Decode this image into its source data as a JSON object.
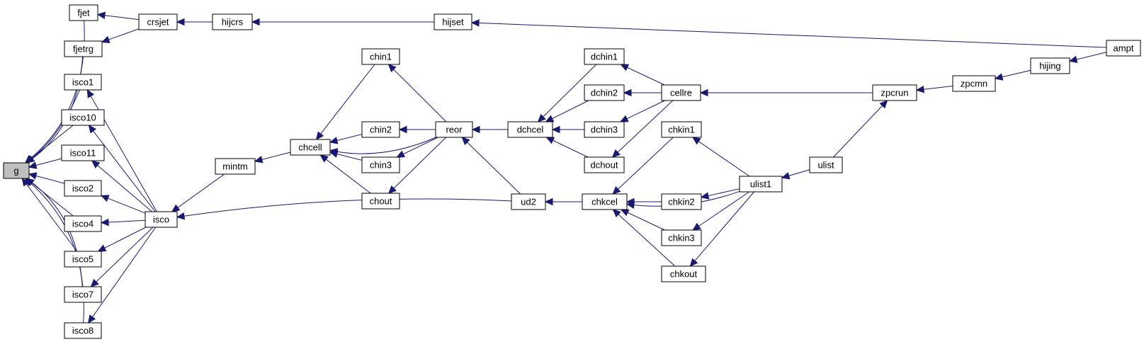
{
  "graph": {
    "edge_color": "#191970",
    "root_fill": "#bfbfbf",
    "root": "g",
    "nodes": [
      {
        "id": "g",
        "label": "g"
      },
      {
        "id": "fjet",
        "label": "fjet"
      },
      {
        "id": "fjetrg",
        "label": "fjetrg"
      },
      {
        "id": "isco1",
        "label": "isco1"
      },
      {
        "id": "isco10",
        "label": "isco10"
      },
      {
        "id": "isco11",
        "label": "isco11"
      },
      {
        "id": "isco2",
        "label": "isco2"
      },
      {
        "id": "isco4",
        "label": "isco4"
      },
      {
        "id": "isco5",
        "label": "isco5"
      },
      {
        "id": "isco7",
        "label": "isco7"
      },
      {
        "id": "isco8",
        "label": "isco8"
      },
      {
        "id": "crsjet",
        "label": "crsjet"
      },
      {
        "id": "hijcrs",
        "label": "hijcrs"
      },
      {
        "id": "hijset",
        "label": "hijset"
      },
      {
        "id": "ampt",
        "label": "ampt"
      },
      {
        "id": "isco",
        "label": "isco"
      },
      {
        "id": "mintm",
        "label": "mintm"
      },
      {
        "id": "chcell",
        "label": "chcell"
      },
      {
        "id": "chin1",
        "label": "chin1"
      },
      {
        "id": "chin2",
        "label": "chin2"
      },
      {
        "id": "chin3",
        "label": "chin3"
      },
      {
        "id": "chout",
        "label": "chout"
      },
      {
        "id": "reor",
        "label": "reor"
      },
      {
        "id": "dchcel",
        "label": "dchcel"
      },
      {
        "id": "ud2",
        "label": "ud2"
      },
      {
        "id": "dchin1",
        "label": "dchin1"
      },
      {
        "id": "dchin2",
        "label": "dchin2"
      },
      {
        "id": "dchin3",
        "label": "dchin3"
      },
      {
        "id": "dchout",
        "label": "dchout"
      },
      {
        "id": "cellre",
        "label": "cellre"
      },
      {
        "id": "chkcel",
        "label": "chkcel"
      },
      {
        "id": "chkin1",
        "label": "chkin1"
      },
      {
        "id": "chkin2",
        "label": "chkin2"
      },
      {
        "id": "chkin3",
        "label": "chkin3"
      },
      {
        "id": "chkout",
        "label": "chkout"
      },
      {
        "id": "ulist1",
        "label": "ulist1"
      },
      {
        "id": "ulist",
        "label": "ulist"
      },
      {
        "id": "zpcrun",
        "label": "zpcrun"
      },
      {
        "id": "zpcmn",
        "label": "zpcmn"
      },
      {
        "id": "hijing",
        "label": "hijing"
      }
    ],
    "edges": [
      {
        "from": "fjet",
        "to": "g"
      },
      {
        "from": "fjetrg",
        "to": "g"
      },
      {
        "from": "isco1",
        "to": "g"
      },
      {
        "from": "isco10",
        "to": "g"
      },
      {
        "from": "isco11",
        "to": "g"
      },
      {
        "from": "isco2",
        "to": "g"
      },
      {
        "from": "isco4",
        "to": "g"
      },
      {
        "from": "isco5",
        "to": "g"
      },
      {
        "from": "isco7",
        "to": "g"
      },
      {
        "from": "isco8",
        "to": "g"
      },
      {
        "from": "crsjet",
        "to": "fjet"
      },
      {
        "from": "crsjet",
        "to": "fjetrg"
      },
      {
        "from": "hijcrs",
        "to": "crsjet"
      },
      {
        "from": "hijset",
        "to": "hijcrs"
      },
      {
        "from": "ampt",
        "to": "hijset"
      },
      {
        "from": "isco",
        "to": "isco1"
      },
      {
        "from": "isco",
        "to": "isco10"
      },
      {
        "from": "isco",
        "to": "isco11"
      },
      {
        "from": "isco",
        "to": "isco2"
      },
      {
        "from": "isco",
        "to": "isco4"
      },
      {
        "from": "isco",
        "to": "isco5"
      },
      {
        "from": "isco",
        "to": "isco7"
      },
      {
        "from": "isco",
        "to": "isco8"
      },
      {
        "from": "mintm",
        "to": "isco"
      },
      {
        "from": "ud2",
        "to": "isco"
      },
      {
        "from": "chcell",
        "to": "mintm"
      },
      {
        "from": "chin1",
        "to": "chcell"
      },
      {
        "from": "chin2",
        "to": "chcell"
      },
      {
        "from": "chin3",
        "to": "chcell"
      },
      {
        "from": "chout",
        "to": "chcell"
      },
      {
        "from": "reor",
        "to": "chcell"
      },
      {
        "from": "reor",
        "to": "chin1"
      },
      {
        "from": "reor",
        "to": "chin2"
      },
      {
        "from": "reor",
        "to": "chin3"
      },
      {
        "from": "reor",
        "to": "chout"
      },
      {
        "from": "dchcel",
        "to": "reor"
      },
      {
        "from": "ud2",
        "to": "reor"
      },
      {
        "from": "dchin1",
        "to": "dchcel"
      },
      {
        "from": "dchin2",
        "to": "dchcel"
      },
      {
        "from": "dchin3",
        "to": "dchcel"
      },
      {
        "from": "dchout",
        "to": "dchcel"
      },
      {
        "from": "cellre",
        "to": "dchin1"
      },
      {
        "from": "cellre",
        "to": "dchin2"
      },
      {
        "from": "cellre",
        "to": "dchin3"
      },
      {
        "from": "cellre",
        "to": "dchout"
      },
      {
        "from": "zpcrun",
        "to": "cellre"
      },
      {
        "from": "chkcel",
        "to": "ud2"
      },
      {
        "from": "chkin1",
        "to": "chkcel"
      },
      {
        "from": "chkin2",
        "to": "chkcel"
      },
      {
        "from": "chkin3",
        "to": "chkcel"
      },
      {
        "from": "chkout",
        "to": "chkcel"
      },
      {
        "from": "ulist1",
        "to": "chkcel"
      },
      {
        "from": "ulist1",
        "to": "chkin1"
      },
      {
        "from": "ulist1",
        "to": "chkin2"
      },
      {
        "from": "ulist1",
        "to": "chkin3"
      },
      {
        "from": "ulist1",
        "to": "chkout"
      },
      {
        "from": "ulist",
        "to": "ulist1"
      },
      {
        "from": "ulist",
        "to": "zpcrun"
      },
      {
        "from": "zpcmn",
        "to": "zpcrun"
      },
      {
        "from": "hijing",
        "to": "zpcmn"
      },
      {
        "from": "ampt",
        "to": "hijing"
      }
    ]
  }
}
